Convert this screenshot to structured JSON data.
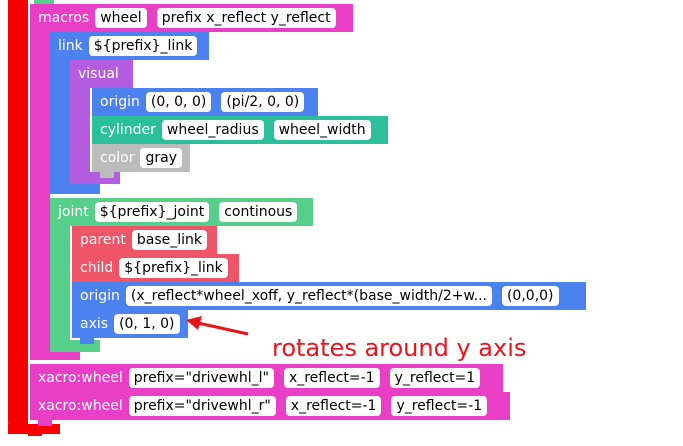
{
  "blocks": {
    "macros": {
      "label": "macros",
      "name": "wheel",
      "params": "prefix x_reflect y_reflect"
    },
    "link": {
      "label": "link",
      "name": "${prefix}_link"
    },
    "visual": {
      "label": "visual"
    },
    "origin1": {
      "label": "origin",
      "xyz": "(0, 0, 0)",
      "rpy": "(pi/2, 0, 0)"
    },
    "cylinder": {
      "label": "cylinder",
      "radius": "wheel_radius",
      "width": "wheel_width"
    },
    "color": {
      "label": "color",
      "value": "gray"
    },
    "joint": {
      "label": "joint",
      "name": "${prefix}_joint",
      "type": "continous"
    },
    "parent": {
      "label": "parent",
      "value": "base_link"
    },
    "child": {
      "label": "child",
      "value": "${prefix}_link"
    },
    "origin2": {
      "label": "origin",
      "xyz": "(x_reflect*wheel_xoff, y_reflect*(base_width/2+w...",
      "rpy": "(0,0,0)"
    },
    "axis": {
      "label": "axis",
      "value": "(0, 1, 0)"
    },
    "call1": {
      "label": "xacro:wheel",
      "prefix": "prefix=\"drivewhl_l\"",
      "xr": "x_reflect=-1",
      "yr": "y_reflect=1"
    },
    "call2": {
      "label": "xacro:wheel",
      "prefix": "prefix=\"drivewhl_r\"",
      "xr": "x_reflect=-1",
      "yr": "y_reflect=-1"
    }
  },
  "annotation": {
    "text": "rotates around y axis",
    "color": "#e8141b"
  },
  "colors": {
    "red": "#f70000",
    "macro": "#e83fc6",
    "link": "#4c82f0",
    "visual": "#b45de0",
    "origin": "#4c82f0",
    "cylinder": "#2bbf9c",
    "color_block": "#bcbcbc",
    "joint": "#55cf8a",
    "parent": "#ee5566"
  }
}
